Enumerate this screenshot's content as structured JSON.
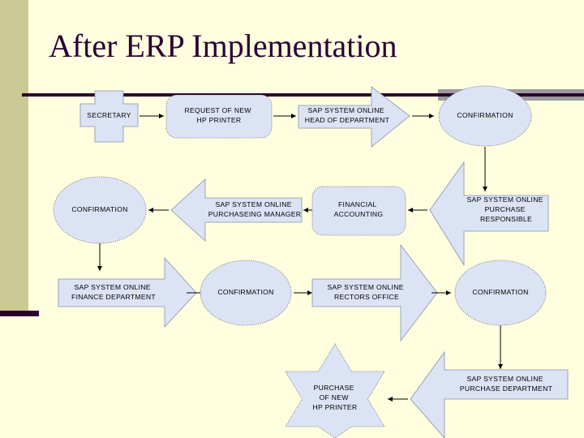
{
  "slide": {
    "title": "After ERP Implementation",
    "background_color": "#FFFFE0",
    "accent_color": "#2B0032",
    "band_color": "#CBC994",
    "gray_band_color": "#9C9C9C",
    "shape_fill": "#DCE3F5"
  },
  "chart_data": {
    "type": "diagram",
    "title": "After ERP Implementation",
    "nodes": [
      {
        "id": "n1",
        "label": "SECRETARY",
        "shape": "cross",
        "row": 1,
        "col": 1
      },
      {
        "id": "n2",
        "label": "REQUEST OF NEW\nHP PRINTER",
        "shape": "rounded-rect",
        "row": 1,
        "col": 2
      },
      {
        "id": "n3",
        "label": "SAP SYSTEM ONLINE\nHEAD OF DEPARTMENT",
        "shape": "arrow-right",
        "row": 1,
        "col": 3
      },
      {
        "id": "n4",
        "label": "CONFIRMATION",
        "shape": "ellipse",
        "row": 1,
        "col": 4
      },
      {
        "id": "n5",
        "label": "CONFIRMATION",
        "shape": "ellipse",
        "row": 2,
        "col": 1
      },
      {
        "id": "n6",
        "label": "SAP SYSTEM ONLINE\nPURCHASEING MANAGER",
        "shape": "arrow-left",
        "row": 2,
        "col": 2
      },
      {
        "id": "n7",
        "label": "FINANCIAL\nACCOUNTING",
        "shape": "rounded-rect",
        "row": 2,
        "col": 3
      },
      {
        "id": "n8",
        "label": "SAP SYSTEM ONLINE\nPURCHASE\nRESPONSIBLE",
        "shape": "arrow-left",
        "row": 2,
        "col": 4
      },
      {
        "id": "n9",
        "label": "SAP SYSTEM ONLINE\nFINANCE DEPARTMENT",
        "shape": "arrow-right",
        "row": 3,
        "col": 1
      },
      {
        "id": "n10",
        "label": "CONFIRMATION",
        "shape": "ellipse",
        "row": 3,
        "col": 2
      },
      {
        "id": "n11",
        "label": "SAP SYSTEM ONLINE\nRECTORS OFFICE",
        "shape": "arrow-right",
        "row": 3,
        "col": 3
      },
      {
        "id": "n12",
        "label": "CONFIRMATION",
        "shape": "ellipse",
        "row": 3,
        "col": 4
      },
      {
        "id": "n13",
        "label": "PURCHASE\nOF NEW\nHP PRINTER",
        "shape": "star-6",
        "row": 4,
        "col": 3
      },
      {
        "id": "n14",
        "label": "SAP SYSTEM ONLINE\nPURCHASE DEPARTMENT",
        "shape": "arrow-left",
        "row": 4,
        "col": 4
      }
    ],
    "edges": [
      {
        "from": "n1",
        "to": "n2",
        "direction": "right"
      },
      {
        "from": "n2",
        "to": "n3",
        "direction": "right"
      },
      {
        "from": "n3",
        "to": "n4",
        "direction": "right"
      },
      {
        "from": "n4",
        "to": "n8",
        "direction": "down"
      },
      {
        "from": "n8",
        "to": "n7",
        "direction": "left"
      },
      {
        "from": "n7",
        "to": "n6",
        "direction": "left"
      },
      {
        "from": "n6",
        "to": "n5",
        "direction": "left"
      },
      {
        "from": "n5",
        "to": "n9",
        "direction": "down"
      },
      {
        "from": "n9",
        "to": "n10",
        "direction": "right"
      },
      {
        "from": "n10",
        "to": "n11",
        "direction": "right"
      },
      {
        "from": "n11",
        "to": "n12",
        "direction": "right"
      },
      {
        "from": "n12",
        "to": "n14",
        "direction": "down"
      },
      {
        "from": "n14",
        "to": "n13",
        "direction": "left"
      }
    ]
  },
  "labels": {
    "n1": {
      "lines": [
        "SECRETARY"
      ]
    },
    "n2": {
      "lines": [
        "REQUEST OF NEW",
        "HP PRINTER"
      ]
    },
    "n3": {
      "lines": [
        "SAP SYSTEM ONLINE",
        "HEAD OF DEPARTMENT"
      ]
    },
    "n4": {
      "lines": [
        "CONFIRMATION"
      ]
    },
    "n5": {
      "lines": [
        "CONFIRMATION"
      ]
    },
    "n6": {
      "lines": [
        "SAP SYSTEM ONLINE",
        "PURCHASEING MANAGER"
      ]
    },
    "n7": {
      "lines": [
        "FINANCIAL",
        "ACCOUNTING"
      ]
    },
    "n8": {
      "lines": [
        "SAP SYSTEM ONLINE",
        "PURCHASE",
        "RESPONSIBLE"
      ]
    },
    "n9": {
      "lines": [
        "SAP SYSTEM ONLINE",
        "FINANCE DEPARTMENT"
      ]
    },
    "n10": {
      "lines": [
        "CONFIRMATION"
      ]
    },
    "n11": {
      "lines": [
        "SAP SYSTEM ONLINE",
        "RECTORS OFFICE"
      ]
    },
    "n12": {
      "lines": [
        "CONFIRMATION"
      ]
    },
    "n13": {
      "lines": [
        "PURCHASE",
        "OF NEW",
        "HP PRINTER"
      ]
    },
    "n14": {
      "lines": [
        "SAP SYSTEM ONLINE",
        "PURCHASE DEPARTMENT"
      ]
    }
  }
}
